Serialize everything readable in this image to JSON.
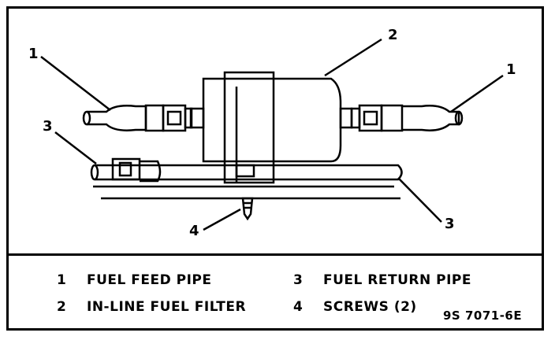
{
  "callouts": {
    "c1_left": "1",
    "c1_right": "1",
    "c2": "2",
    "c3_left": "3",
    "c3_right": "3",
    "c4": "4"
  },
  "legend": [
    {
      "num": "1",
      "label": "FUEL FEED PIPE"
    },
    {
      "num": "2",
      "label": "IN-LINE FUEL FILTER"
    },
    {
      "num": "3",
      "label": "FUEL RETURN PIPE"
    },
    {
      "num": "4",
      "label": "SCREWS (2)"
    }
  ],
  "figure_id": "9S 7071-6E"
}
